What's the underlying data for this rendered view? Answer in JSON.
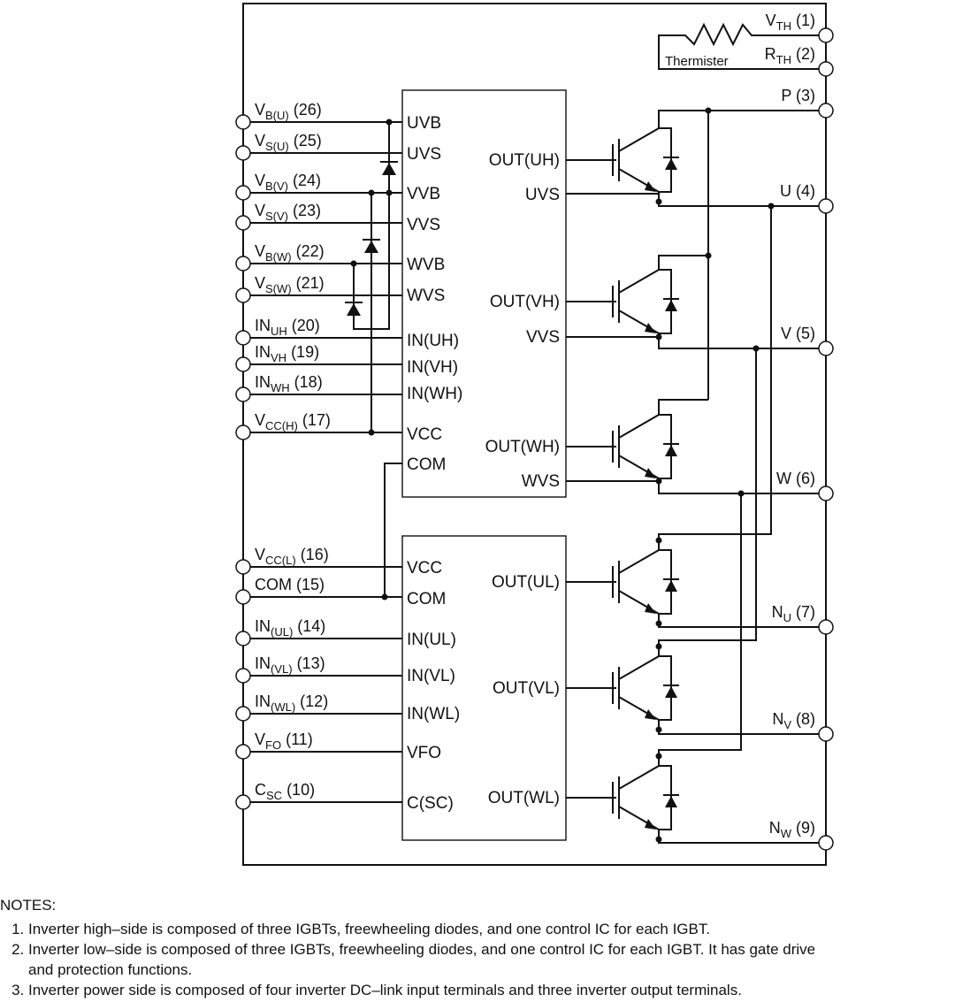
{
  "thermistor_label": "Thermister",
  "right_pins": [
    {
      "base": "V",
      "sub": "TH",
      "num": "(1)"
    },
    {
      "base": "R",
      "sub": "TH",
      "num": "(2)"
    },
    {
      "base": "P",
      "sub": "",
      "num": "(3)"
    },
    {
      "base": "U",
      "sub": "",
      "num": "(4)"
    },
    {
      "base": "V",
      "sub": "",
      "num": "(5)"
    },
    {
      "base": "W",
      "sub": "",
      "num": "(6)"
    },
    {
      "base": "N",
      "sub": "U",
      "num": "(7)"
    },
    {
      "base": "N",
      "sub": "V",
      "num": "(8)"
    },
    {
      "base": "N",
      "sub": "W",
      "num": "(9)"
    }
  ],
  "left_pins": [
    {
      "base": "V",
      "sub": "B(U)",
      "num": "(26)"
    },
    {
      "base": "V",
      "sub": "S(U)",
      "num": "(25)"
    },
    {
      "base": "V",
      "sub": "B(V)",
      "num": "(24)"
    },
    {
      "base": "V",
      "sub": "S(V)",
      "num": "(23)"
    },
    {
      "base": "V",
      "sub": "B(W)",
      "num": "(22)"
    },
    {
      "base": "V",
      "sub": "S(W)",
      "num": "(21)"
    },
    {
      "base": "IN",
      "sub": "UH",
      "num": "(20)"
    },
    {
      "base": "IN",
      "sub": "VH",
      "num": "(19)"
    },
    {
      "base": "IN",
      "sub": "WH",
      "num": "(18)"
    },
    {
      "base": "V",
      "sub": "CC(H)",
      "num": "(17)"
    },
    {
      "base": "V",
      "sub": "CC(L)",
      "num": "(16)"
    },
    {
      "base": "COM",
      "sub": "",
      "num": "(15)"
    },
    {
      "base": "IN",
      "sub": "(UL)",
      "num": "(14)"
    },
    {
      "base": "IN",
      "sub": "(VL)",
      "num": "(13)"
    },
    {
      "base": "IN",
      "sub": "(WL)",
      "num": "(12)"
    },
    {
      "base": "V",
      "sub": "FO",
      "num": "(11)"
    },
    {
      "base": "C",
      "sub": "SC",
      "num": "(10)"
    }
  ],
  "high_ic": {
    "inputs": [
      "UVB",
      "UVS",
      "VVB",
      "VVS",
      "WVB",
      "WVS",
      "IN(UH)",
      "IN(VH)",
      "IN(WH)",
      "VCC",
      "COM"
    ],
    "outputs": [
      "OUT(UH)",
      "UVS",
      "OUT(VH)",
      "VVS",
      "OUT(WH)",
      "WVS"
    ]
  },
  "low_ic": {
    "inputs": [
      "VCC",
      "COM",
      "IN(UL)",
      "IN(VL)",
      "IN(WL)",
      "VFO",
      "C(SC)"
    ],
    "outputs": [
      "OUT(UL)",
      "OUT(VL)",
      "OUT(WL)"
    ]
  },
  "notes": {
    "title": "NOTES:",
    "items": [
      "Inverter high–side is composed of three IGBTs, freewheeling diodes, and one control IC for each IGBT.",
      "Inverter low–side is composed of three IGBTs, freewheeling diodes, and one control IC for each IGBT. It has gate drive",
      "and protection functions.",
      "Inverter power side is composed of four inverter DC–link input terminals and three inverter output terminals."
    ]
  }
}
